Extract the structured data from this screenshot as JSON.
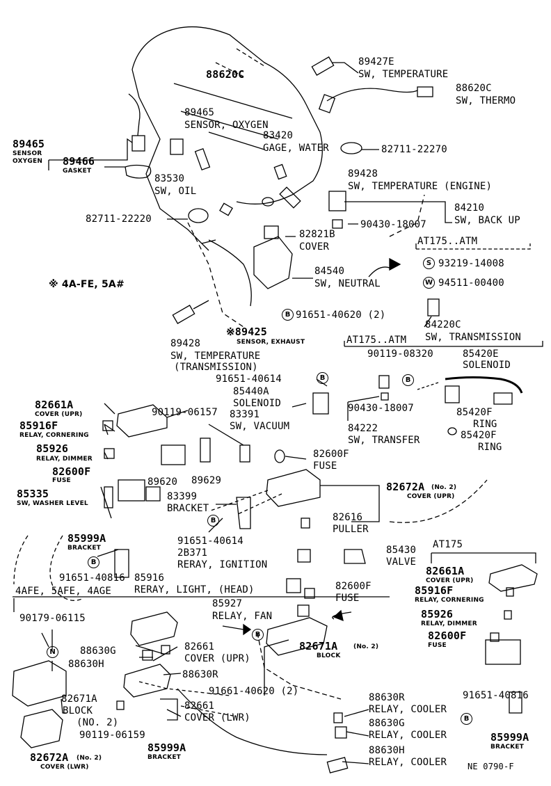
{
  "parts": {
    "p89427E": "89427E",
    "sw_temperature_1": "SW, TEMPERATURE",
    "p88620C_top": "88620C",
    "p88620C_r": "88620C",
    "sw_thermo": "SW, THERMO",
    "p89465": "89465",
    "sensor_oxygen": "SENSOR, OXYGEN",
    "p83420": "83420",
    "gage_water": "GAGE, WATER",
    "p82711_22270": "82711-22270",
    "p89465_l": "89465",
    "sensor_l1": "SENSOR",
    "sensor_l2": "OXYGEN",
    "p89466": "89466",
    "gasket": "GASKET",
    "p83530": "83530",
    "sw_oil": "SW, OIL",
    "p89428": "89428",
    "sw_temp_engine": "SW, TEMPERATURE (ENGINE)",
    "p84210": "84210",
    "sw_back_up": "SW, BACK UP",
    "p82711_22220": "82711-22220",
    "p90430_18007": "90430-18007",
    "p82821B": "82821B",
    "cover": "COVER",
    "at175_atm_1": "AT175..ATM",
    "p93219": "93219-14008",
    "p94511": "94511-00400",
    "variant_note": "※ 4A-FE, 5A#",
    "p84540": "84540",
    "sw_neutral": "SW, NEUTRAL",
    "p91651_40620": "91651-40620 (2)",
    "p84220C": "84220C",
    "sw_transmission": "SW, TRANSMISSION",
    "p89425": "※89425",
    "sensor_exhaust": "SENSOR, EXHAUST",
    "at175_atm_2": "AT175..ATM",
    "p89428_b": "89428",
    "sw_temperature_2": "SW, TEMPERATURE",
    "transmission": "(TRANSMISSION)",
    "p90119_08320": "90119-08320",
    "p85420E": "85420E",
    "solenoid_1": "SOLENOID",
    "p91651_40614": "91651-40614",
    "p85440A": "85440A",
    "solenoid_2": "SOLENOID",
    "p82661A": "82661A",
    "cover_upr": "COVER (UPR)",
    "p90119_06157": "90119-06157",
    "p83391": "83391",
    "sw_vacuum": "SW, VACUUM",
    "p90430_18007_b": "90430-18007",
    "p85420F_1": "85420F",
    "ring_1": "RING",
    "p85916F": "85916F",
    "relay_cornering": "RELAY, CORNERING",
    "p84222": "84222",
    "sw_transfer": "SW, TRANSFER",
    "p85420F_2": "85420F",
    "ring_2": "RING",
    "p85926": "85926",
    "relay_dimmer": "RELAY, DIMMER",
    "p82600F": "82600F",
    "fuse_s": "FUSE",
    "p82600F_m": "82600F",
    "fuse_m": "FUSE",
    "p89620": "89620",
    "p89629": "89629",
    "p82672A": "82672A",
    "no2_a": "(No. 2)",
    "cover_upr_2": "COVER (UPR)",
    "p85335": "85335",
    "sw_washer": "SW, WASHER LEVEL",
    "p83399": "83399",
    "bracket_m": "BRACKET",
    "p82616": "82616",
    "puller": "PULLER",
    "p91651_40614_b": "91651-40614",
    "p85999A": "85999A",
    "bracket_s": "BRACKET",
    "p2B371": "2B371",
    "reray_ignition": "RERAY, IGNITION",
    "p85430": "85430",
    "valve": "VALVE",
    "at175": "AT175",
    "p91651_40816": "91651-40816",
    "p85916": "85916",
    "reray_light": "RERAY, LIGHT, (HEAD)",
    "p82661A_r": "82661A",
    "cover_upr_r": "COVER (UPR)",
    "p85916F_r": "85916F",
    "relay_cornering_r": "RELAY, CORNERING",
    "variant_4afe": "4AFE, 5AFE, 4AGE",
    "p82600F_b": "82600F",
    "fuse_b": "FUSE",
    "p85927": "85927",
    "relay_fan": "RELAY, FAN",
    "p85926_r": "85926",
    "relay_dimmer_r": "RELAY, DIMMER",
    "p90179": "90179-06115",
    "p82600F_r": "82600F",
    "fuse_r": "FUSE",
    "p82661": "82661",
    "cover_upr_3": "COVER (UPR)",
    "p82671A_a": "82671A",
    "no2_b": "(No. 2)",
    "block_s": "BLOCK",
    "p88630G": "88630G",
    "p88630H": "88630H",
    "p88630R": "88630R",
    "p82671A_b": "82671A",
    "block": "BLOCK",
    "no2_c": "(NO. 2)",
    "p91661_40620": "91661-40620 (2)",
    "p82661_b": "82661",
    "cover_lwr": "COVER (LWR)",
    "p88630R_b": "88630R",
    "relay_cooler_1": "RELAY, COOLER",
    "p91651_40816_r": "91651-40816",
    "p90119_06159": "90119-06159",
    "p88630G_b": "88630G",
    "relay_cooler_2": "RELAY, COOLER",
    "p85999A_r": "85999A",
    "bracket_r": "BRACKET",
    "p82672A_b": "82672A",
    "no2_d": "(No. 2)",
    "cover_lwr_s": "COVER (LWR)",
    "p85999A_b": "85999A",
    "bracket_b": "BRACKET",
    "p88630H_b": "88630H",
    "relay_cooler_3": "RELAY, COOLER",
    "ref_code": "NE 0790-F"
  },
  "markers": {
    "B": "B",
    "S": "S",
    "W": "W",
    "N": "N"
  }
}
